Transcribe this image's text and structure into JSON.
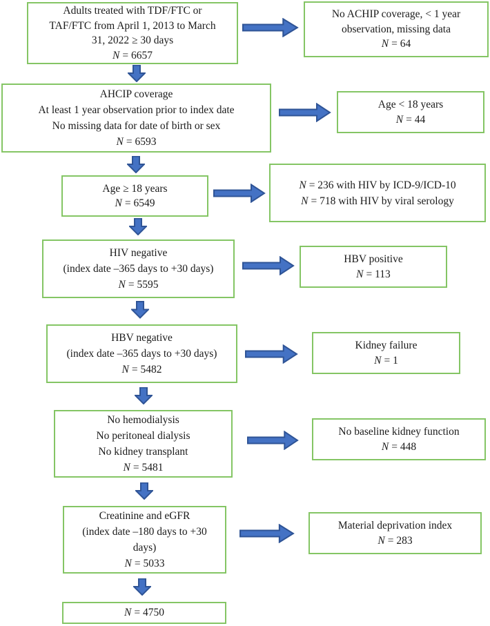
{
  "colors": {
    "box_border": "#84C564",
    "arrow_fill": "#4472C4",
    "arrow_outline": "#2F5496",
    "text": "#1A1A1A",
    "background": "#FFFFFF"
  },
  "steps": [
    {
      "main": {
        "lines": [
          "Adults treated with TDF/FTC or",
          "TAF/FTC from April 1, 2013 to March",
          "31, 2022 ≥ 30 days"
        ],
        "n": "N",
        "n_value": "= 6657"
      },
      "side": {
        "lines": [
          "No ACHIP coverage, < 1 year",
          "observation, missing data"
        ],
        "n": "N",
        "n_value": "= 64"
      }
    },
    {
      "main": {
        "lines": [
          "AHCIP coverage",
          "At least 1 year observation prior to index date",
          "No missing data for date of birth or sex"
        ],
        "n": "N",
        "n_value": "= 6593"
      },
      "side": {
        "lines": [
          "Age < 18 years"
        ],
        "n": "N",
        "n_value": "= 44"
      }
    },
    {
      "main": {
        "lines": [
          "Age ≥ 18 years"
        ],
        "n": "N",
        "n_value": "= 6549"
      },
      "side": {
        "n_lines": [
          {
            "n": "N",
            "value": "= 236 with HIV by ICD-9/ICD-10"
          },
          {
            "n": "N",
            "value": "= 718 with HIV by viral serology"
          }
        ]
      }
    },
    {
      "main": {
        "lines": [
          "HIV negative",
          "(index date –365 days to +30 days)"
        ],
        "n": "N",
        "n_value": "= 5595"
      },
      "side": {
        "lines": [
          "HBV positive"
        ],
        "n": "N",
        "n_value": "= 113"
      }
    },
    {
      "main": {
        "lines": [
          "HBV negative",
          "(index date –365 days to +30 days)"
        ],
        "n": "N",
        "n_value": "= 5482"
      },
      "side": {
        "lines": [
          "Kidney failure"
        ],
        "n": "N",
        "n_value": "= 1"
      }
    },
    {
      "main": {
        "lines": [
          "No hemodialysis",
          "No peritoneal dialysis",
          "No kidney transplant"
        ],
        "n": "N",
        "n_value": "= 5481"
      },
      "side": {
        "lines": [
          "No baseline kidney function"
        ],
        "n": "N",
        "n_value": "= 448"
      }
    },
    {
      "main": {
        "lines": [
          "Creatinine and eGFR",
          "(index date –180 days to +30",
          "days)"
        ],
        "n": "N",
        "n_value": "= 5033"
      },
      "side": {
        "lines": [
          "Material deprivation index"
        ],
        "n": "N",
        "n_value": "= 283"
      }
    }
  ],
  "final": {
    "n": "N",
    "n_value": "= 4750"
  }
}
